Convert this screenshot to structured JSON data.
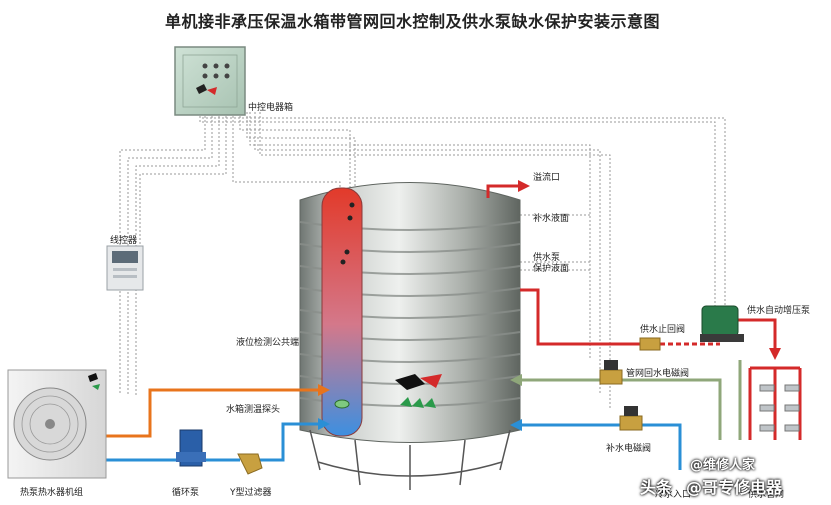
{
  "title": "单机接非承压保温水箱带管网回水控制及供水泵缺水保护安装示意图",
  "labels": {
    "control_box": "中控电器箱",
    "wire_controller": "线控器",
    "overflow": "溢流口",
    "makeup_level": "补水液面",
    "supply_pump": "供水泵",
    "protect_level": "保护液面",
    "level_common": "液位检测公共端",
    "temp_probe": "水箱测温探头",
    "supply_check_valve": "供水止回阀",
    "auto_booster_pump": "供水自动增压泵",
    "return_solenoid": "管网回水电磁阀",
    "makeup_solenoid": "补水电磁阀",
    "cold_inlet": "冷水入口",
    "supply_network": "供水管网",
    "heat_pump_unit": "热泵热水器机组",
    "circ_pump": "循环泵",
    "y_filter": "Y型过滤器"
  },
  "watermark": {
    "left": "头条",
    "middle": "@维修人家",
    "right": "@哥专修电器"
  },
  "colors": {
    "hot_pipe": "#e8741c",
    "cold_pipe": "#2a8fd6",
    "supply_pipe": "#d42a2a",
    "return_pipe": "#8fa77a",
    "signal_line": "#9a9a9a"
  }
}
